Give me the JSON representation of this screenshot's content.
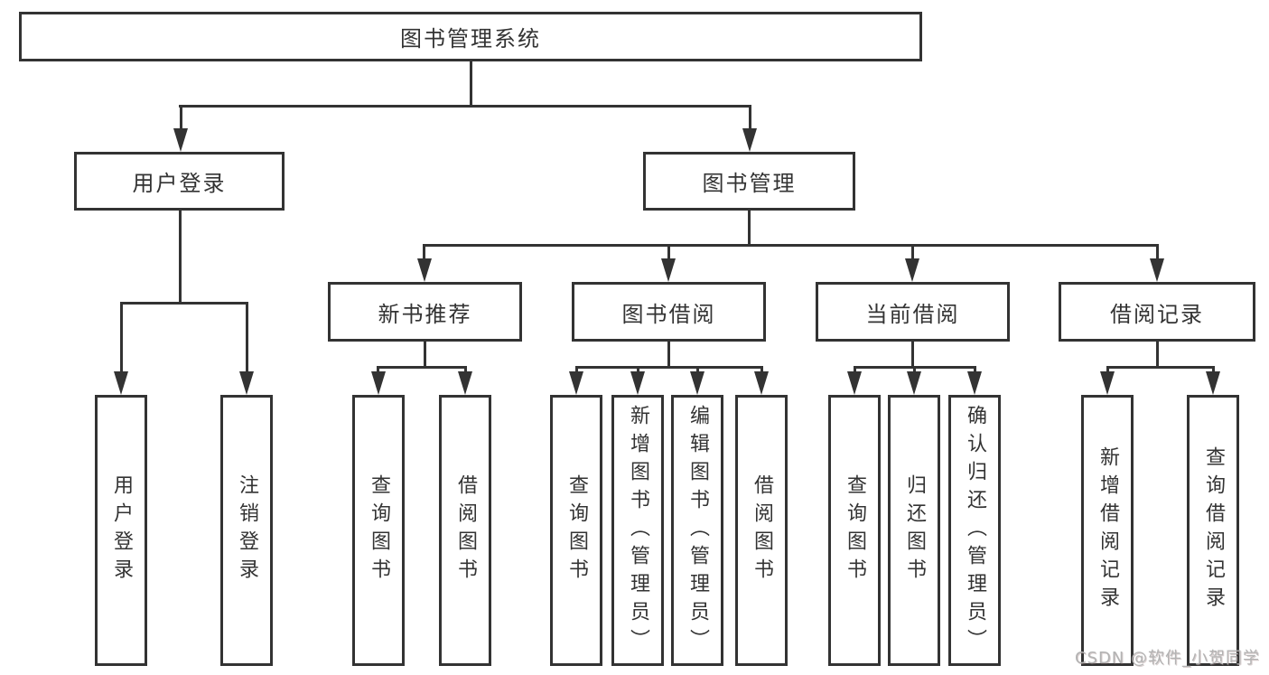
{
  "tree": {
    "root": {
      "label": "图书管理系统"
    },
    "branches": [
      {
        "label": "用户登录",
        "children": [
          {
            "label": "用户登录"
          },
          {
            "label": "注销登录"
          }
        ]
      },
      {
        "label": "图书管理",
        "children": [
          {
            "label": "新书推荐",
            "children": [
              {
                "label": "查询图书"
              },
              {
                "label": "借阅图书"
              }
            ]
          },
          {
            "label": "图书借阅",
            "children": [
              {
                "label": "查询图书"
              },
              {
                "label": "新增图书（管理员）"
              },
              {
                "label": "编辑图书（管理员）"
              },
              {
                "label": "借阅图书"
              }
            ]
          },
          {
            "label": "当前借阅",
            "children": [
              {
                "label": "查询图书"
              },
              {
                "label": "归还图书"
              },
              {
                "label": "确认归还（管理员）"
              }
            ]
          },
          {
            "label": "借阅记录",
            "children": [
              {
                "label": "新增借阅记录"
              },
              {
                "label": "查询借阅记录"
              }
            ]
          }
        ]
      }
    ]
  },
  "watermark": "CSDN @软件_小贺同学",
  "colors": {
    "line": "#333333",
    "text": "#333333",
    "background": "#ffffff",
    "watermark": "#b3b3b3"
  }
}
